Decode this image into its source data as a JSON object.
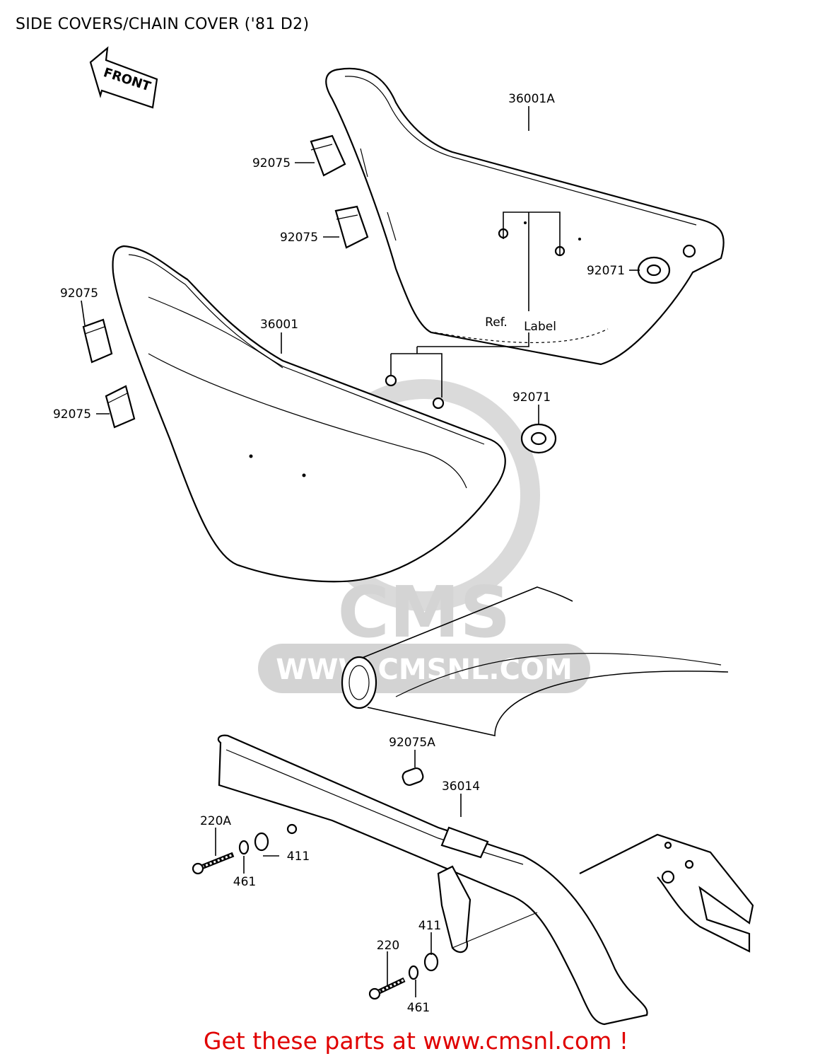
{
  "title": "SIDE COVERS/CHAIN COVER ('81 D2)",
  "footer": "Get these parts at www.cmsnl.com !",
  "front_arrow": "FRONT",
  "watermark": {
    "logo_text": "CMS",
    "url_text": "WWW.CMSNL.COM"
  },
  "callouts": {
    "c36001A": "36001A",
    "c92075_a": "92075",
    "c92075_b": "92075",
    "c92075_c": "92075",
    "c92075_d": "92075",
    "c92071_a": "92071",
    "c92071_b": "92071",
    "c36001": "36001",
    "ref": "Ref.",
    "label": "Label",
    "c92075A": "92075A",
    "c36014": "36014",
    "c220A": "220A",
    "c411_a": "411",
    "c461_a": "461",
    "c411_b": "411",
    "c220": "220",
    "c461_b": "461"
  }
}
